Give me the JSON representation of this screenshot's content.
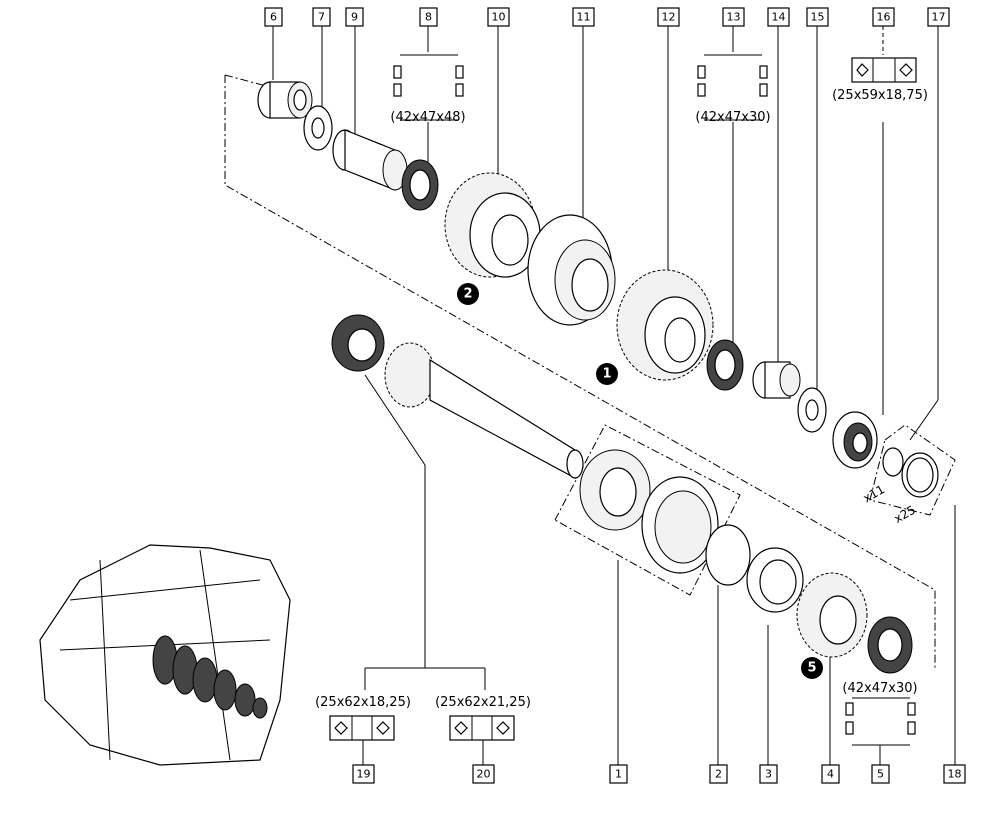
{
  "part_numbers": [
    "1",
    "2",
    "3",
    "4",
    "5",
    "6",
    "7",
    "8",
    "9",
    "10",
    "11",
    "12",
    "13",
    "14",
    "15",
    "16",
    "17",
    "18",
    "19",
    "20"
  ],
  "dimensions": {
    "bearing_8": "(42x47x48)",
    "bearing_13": "(42x47x30)",
    "bearing_16": "(25x59x18,75)",
    "bearing_5": "(42x47x30)",
    "bearing_19": "(25x62x18,25)",
    "bearing_20": "(25x62x21,25)"
  },
  "callouts": [
    "1",
    "2",
    "5"
  ],
  "quantities": {
    "q1": "x11",
    "q2": "x25"
  }
}
